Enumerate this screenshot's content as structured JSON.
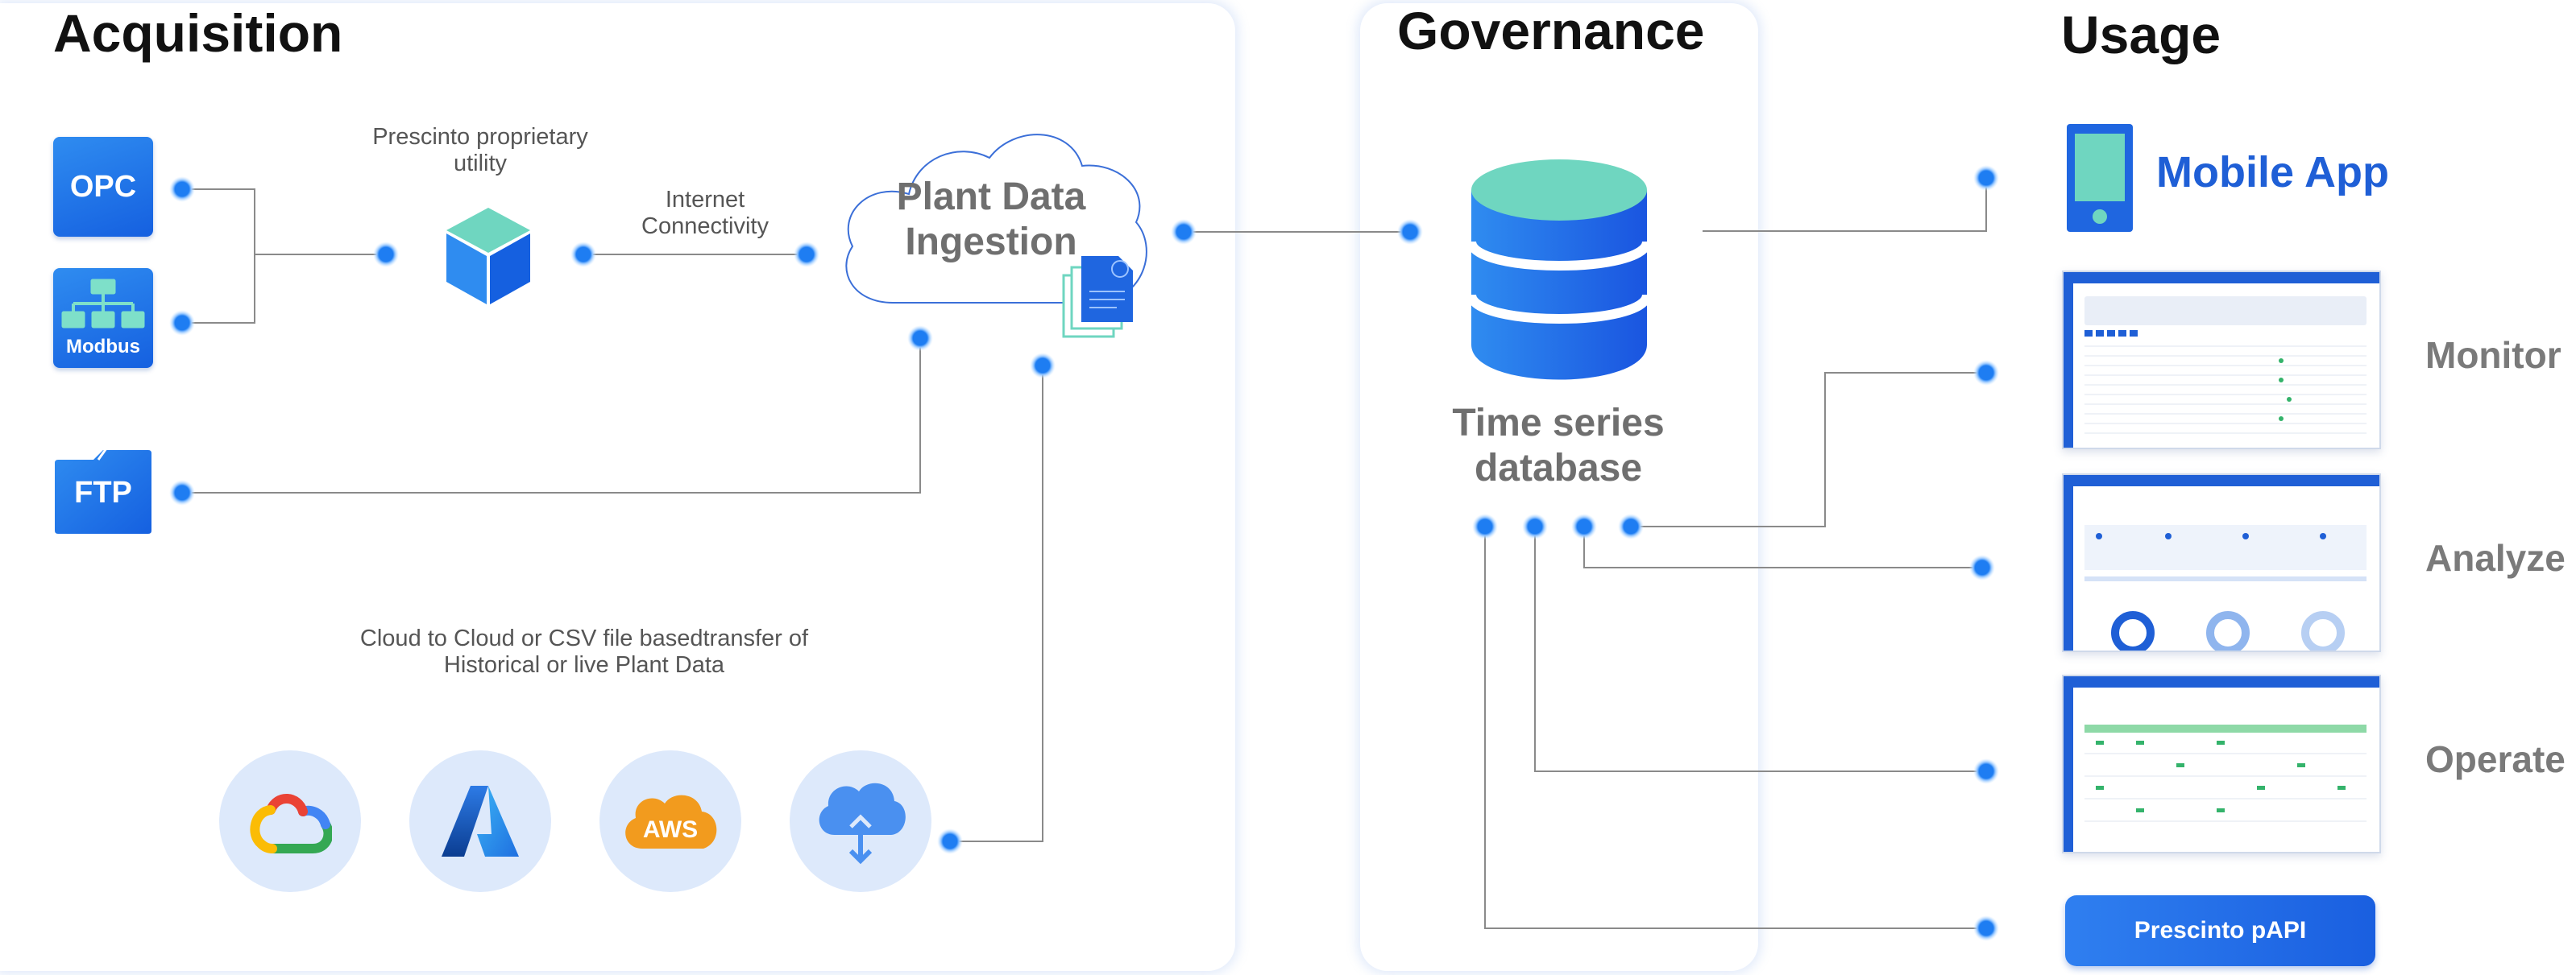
{
  "sections": {
    "acquisition": "Acquisition",
    "governance": "Governance",
    "usage": "Usage"
  },
  "acquisition": {
    "opc": "OPC",
    "modbus": "Modbus",
    "ftp": "FTP",
    "utility_label_1": "Prescinto proprietary",
    "utility_label_2": "utility",
    "internet_label_1": "Internet",
    "internet_label_2": "Connectivity",
    "ingestion_1": "Plant Data",
    "ingestion_2": "Ingestion",
    "cloud_transfer_1": "Cloud to Cloud or CSV file basedtransfer of",
    "cloud_transfer_2": "Historical or live Plant Data",
    "aws": "AWS",
    "providers": [
      "google-cloud-icon",
      "azure-icon",
      "aws-icon",
      "cloud-upload-icon"
    ]
  },
  "governance": {
    "db_1": "Time series",
    "db_2": "database"
  },
  "usage": {
    "mobile_app": "Mobile App",
    "monitor": "Monitor",
    "analyze": "Analyze",
    "operate": "Operate",
    "api": "Prescinto pAPI"
  },
  "colors": {
    "brand_blue": "#1f5fd6",
    "dot_blue": "#1e7df2",
    "teal": "#6fd6c0",
    "connector": "#8a8a8a",
    "panel_glow": "#a8c4f2"
  }
}
